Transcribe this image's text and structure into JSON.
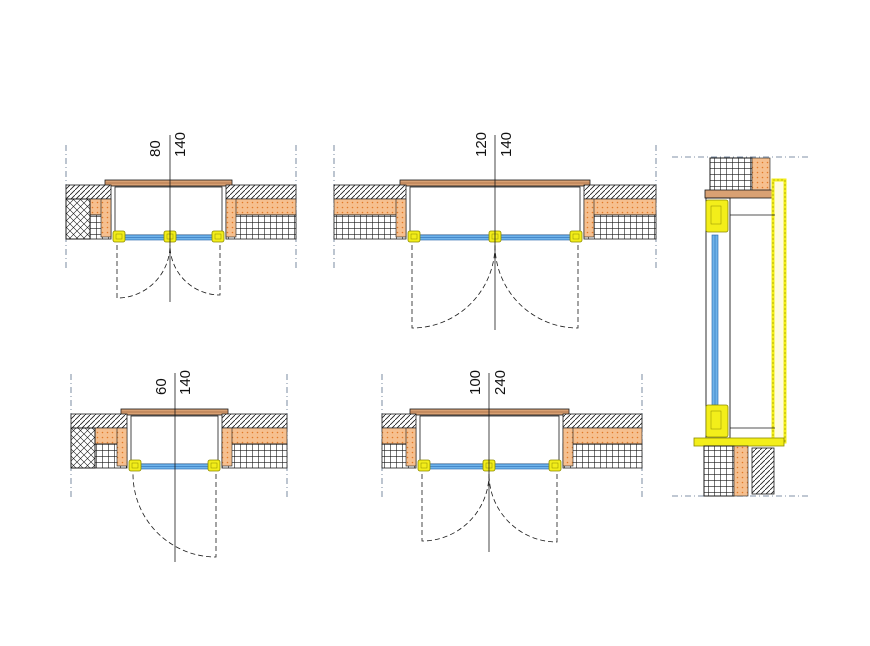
{
  "colors": {
    "background": "#ffffff",
    "line": "#1a1a1a",
    "insulation": "#f6c08f",
    "insulation_dot": "#e07a2a",
    "frame": "#f3ee1a",
    "frame_stroke": "#8c8a00",
    "glass": "#6fb3ea",
    "glass_dark": "#1e5fa8",
    "brick": "#d9a173",
    "axis": "#5a6f8a"
  },
  "details": [
    {
      "name": "detail-top-left",
      "dimensions": [
        "80",
        "140"
      ],
      "leaves": 2
    },
    {
      "name": "detail-top-middle",
      "dimensions": [
        "120",
        "140"
      ],
      "leaves": 2
    },
    {
      "name": "detail-bottom-left",
      "dimensions": [
        "60",
        "140"
      ],
      "leaves": 1
    },
    {
      "name": "detail-bottom-middle",
      "dimensions": [
        "100",
        "240"
      ],
      "leaves": 2
    }
  ],
  "section": {
    "name": "vertical-section-right"
  }
}
